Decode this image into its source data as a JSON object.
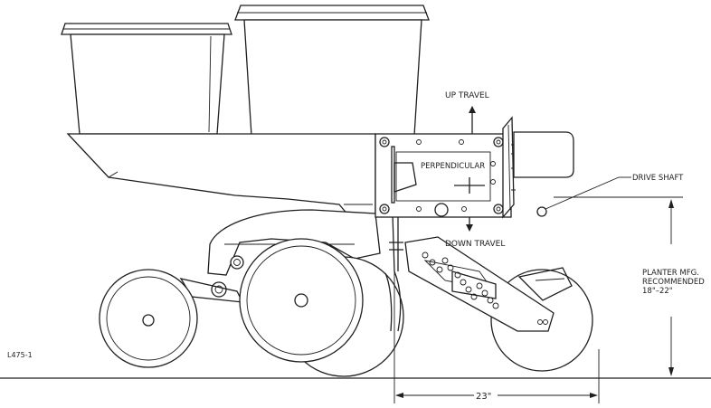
{
  "diagram": {
    "labels": {
      "up_travel": "UP TRAVEL",
      "down_travel": "DOWN TRAVEL",
      "perpendicular": "PERPENDICULAR",
      "drive_shaft": "DRIVE SHAFT",
      "planter_line1": "PLANTER MFG.",
      "planter_line2": "RECOMMENDED",
      "planter_line3": "18\"–22\"",
      "dimension_23": "23\"",
      "part_number": "L475-1"
    }
  }
}
